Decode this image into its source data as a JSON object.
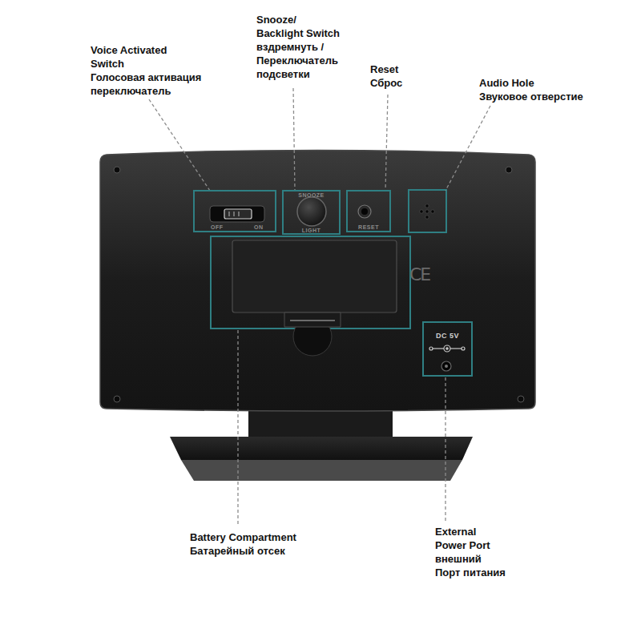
{
  "diagram": {
    "nodes": [
      {
        "text": [
          "OFF",
          "ON"
        ]
      },
      {
        "text": [
          "SNOOZE",
          "LIGHT"
        ]
      },
      {
        "text": [
          "RESET"
        ]
      },
      {
        "text": [
          "DC 5V"
        ]
      }
    ],
    "labels": [
      "Voice Activated Switch",
      "Голосовая активация переключатель",
      "Snooze/ Backlight Switch",
      "вздремнуть / Переключатель подсветки",
      "Reset",
      "Сброс",
      "Audio Hole",
      "Звуковое отверстие",
      "Battery Compartment",
      "Батарейный отсек",
      "External Power Port",
      "внешний Порт питания",
      "CE"
    ]
  }
}
